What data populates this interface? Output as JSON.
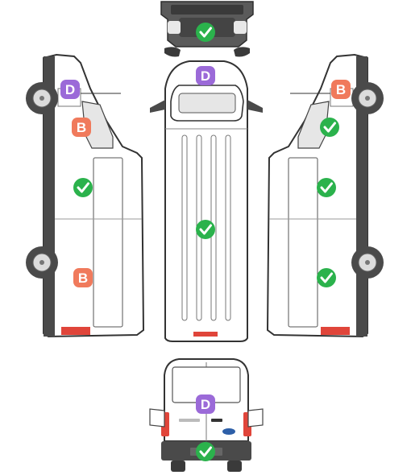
{
  "markers": [
    {
      "id": "front-grille",
      "kind": "ok"
    },
    {
      "id": "roof-front",
      "kind": "damage",
      "letter": "D"
    },
    {
      "id": "left-front-wheel",
      "kind": "damage",
      "letter": "D"
    },
    {
      "id": "left-door",
      "kind": "damage",
      "letter": "B"
    },
    {
      "id": "left-middle",
      "kind": "ok"
    },
    {
      "id": "left-rear",
      "kind": "damage",
      "letter": "B"
    },
    {
      "id": "roof-middle",
      "kind": "ok"
    },
    {
      "id": "right-front-wheel",
      "kind": "damage",
      "letter": "B"
    },
    {
      "id": "right-door",
      "kind": "ok"
    },
    {
      "id": "right-middle",
      "kind": "ok"
    },
    {
      "id": "right-rear",
      "kind": "ok"
    },
    {
      "id": "rear-window",
      "kind": "damage",
      "letter": "D"
    },
    {
      "id": "rear-bumper",
      "kind": "ok"
    }
  ],
  "colors": {
    "ok": "#2bb24c",
    "D": "#9b6ad8",
    "B": "#f07a5c",
    "outline": "#3a3a3a",
    "fill": "#ffffff",
    "dark": "#4a4a4a",
    "taillight": "#e0453a"
  }
}
